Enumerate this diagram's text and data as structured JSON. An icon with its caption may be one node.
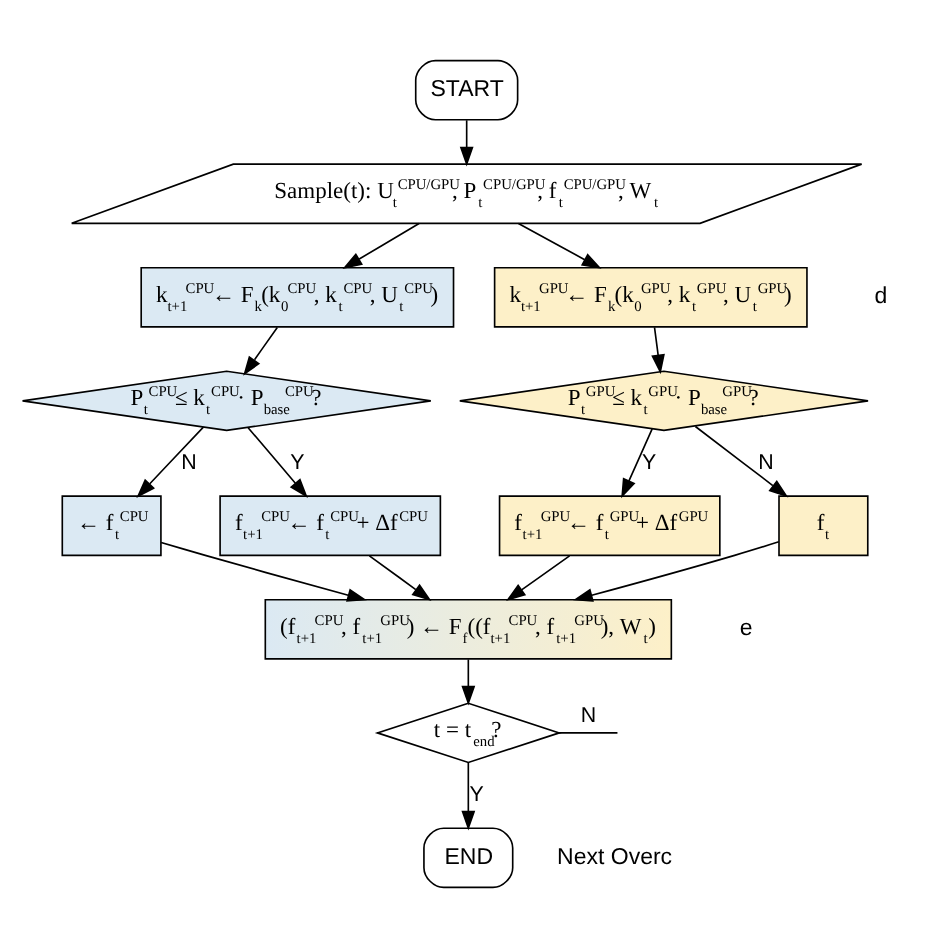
{
  "diagram": {
    "nodes": [
      {
        "text": [
          "START"
        ]
      },
      {
        "text": [
          "Sample(t): U$_{t}$$^{CPU/GPU}$, P$_{t}$$^{CPU/GPU}$, f$_{t}$$^{CPU/GPU}$, W$_{t}$"
        ]
      },
      {
        "text": [
          "k$_{t+1}$$^{CPU}$← F$_{k}$(k$_{0}$$^{CPU}$, k$_{t}$$^{CPU}$, U$_{t}$$^{CPU}$)"
        ]
      },
      {
        "text": [
          "k$_{t+1}$$^{GPU}$← F$_{k}$(k$_{0}$$^{GPU}$, k$_{t}$$^{GPU}$, U$_{t}$$^{GPU}$)"
        ]
      },
      {
        "text": [
          "P$_{t}$$^{CPU}$≤ k$_{t}$$^{CPU}$· P$_{base}$$^{CPU}$?"
        ]
      },
      {
        "text": [
          "P$_{t}$$^{GPU}$≤ k$_{t}$$^{GPU}$· P$_{base}$$^{GPU}$?"
        ]
      },
      {
        "text": [
          "← f$_{t}$$^{CPU}$"
        ]
      },
      {
        "text": [
          "f$_{t+1}$$^{CPU}$← f$_{t}$$^{CPU}$+ Δf$^{CPU}$"
        ]
      },
      {
        "text": [
          "f$_{t+1}$$^{GPU}$← f$_{t}$$^{GPU}$+ Δf$^{GPU}$"
        ]
      },
      {
        "text": [
          "f$_{t}$"
        ]
      },
      {
        "text": [
          "(f$_{t+1}$$^{CPU}$, f$_{t+1}$$^{GPU}$) ← F$_{f}$((f$_{t+1}$$^{CPU}$, f$_{t+1}$$^{GPU}$), W$_{t}$)"
        ]
      },
      {
        "text": [
          "t = t$_{end}$?"
        ]
      },
      {
        "text": [
          "END"
        ]
      }
    ],
    "edges": [
      {
        "from": 0,
        "to": 1,
        "arrow": "to"
      },
      {
        "from": 1,
        "to": 2,
        "arrow": "to"
      },
      {
        "from": 1,
        "to": 3,
        "arrow": "to"
      },
      {
        "from": 2,
        "to": 4,
        "arrow": "to"
      },
      {
        "from": 3,
        "to": 5,
        "arrow": "to"
      },
      {
        "from": 4,
        "to": 6,
        "arrow": "to",
        "label": "N"
      },
      {
        "from": 4,
        "to": 7,
        "arrow": "to",
        "label": "Y"
      },
      {
        "from": 5,
        "to": 8,
        "arrow": "to",
        "label": "Y"
      },
      {
        "from": 5,
        "to": 9,
        "arrow": "to",
        "label": "N"
      },
      {
        "from": 6,
        "to": 10,
        "arrow": "to"
      },
      {
        "from": 7,
        "to": 10,
        "arrow": "to"
      },
      {
        "from": 8,
        "to": 10,
        "arrow": "to"
      },
      {
        "from": 9,
        "to": 10,
        "arrow": "to"
      },
      {
        "from": 10,
        "to": 11,
        "arrow": "to"
      },
      {
        "from": 11,
        "to": 12,
        "arrow": "to",
        "label": "Y"
      },
      {
        "from": 11,
        "to": null,
        "arrow": "none",
        "label": "N"
      }
    ],
    "labels": [
      "d",
      "e",
      "Next Overc"
    ]
  }
}
